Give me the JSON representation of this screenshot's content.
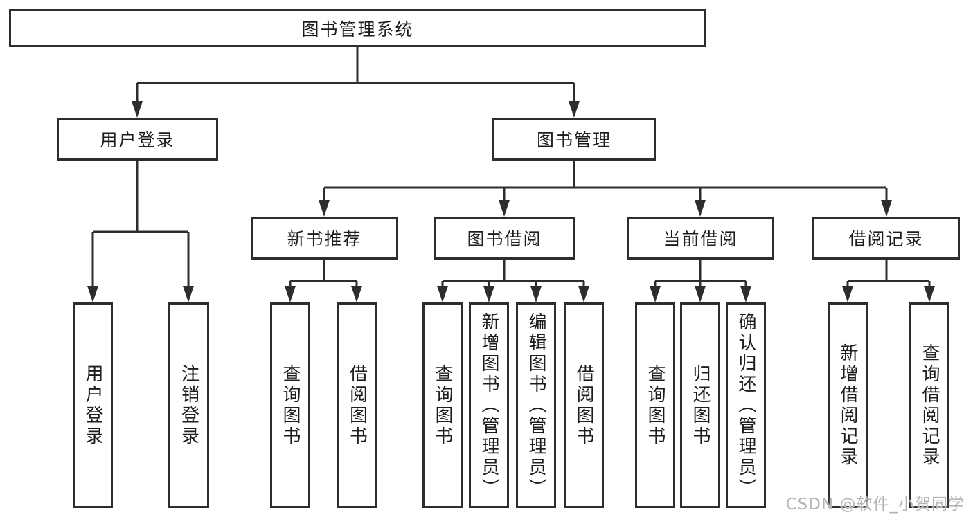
{
  "diagram": {
    "title": "图书管理系统",
    "level2": [
      {
        "label": "用户登录"
      },
      {
        "label": "图书管理"
      }
    ],
    "level3": [
      {
        "label": "新书推荐"
      },
      {
        "label": "图书借阅"
      },
      {
        "label": "当前借阅"
      },
      {
        "label": "借阅记录"
      }
    ],
    "leaves": {
      "user_login": [
        "用户登录",
        "注销登录"
      ],
      "new_book": [
        "查询图书",
        "借阅图书"
      ],
      "book_borrow": [
        "查询图书",
        "新增图书（管理员）",
        "编辑图书（管理员）",
        "借阅图书"
      ],
      "current_borrow": [
        "查询图书",
        "归还图书",
        "确认归还（管理员）"
      ],
      "borrow_record": [
        "新增借阅记录",
        "查询借阅记录"
      ]
    },
    "watermark": "CSDN @软件_小贺同学",
    "colors": {
      "line": "#2d2d2d",
      "text": "#1d1d1f",
      "background": "#ffffff",
      "watermark": "#b4b4b8"
    }
  }
}
